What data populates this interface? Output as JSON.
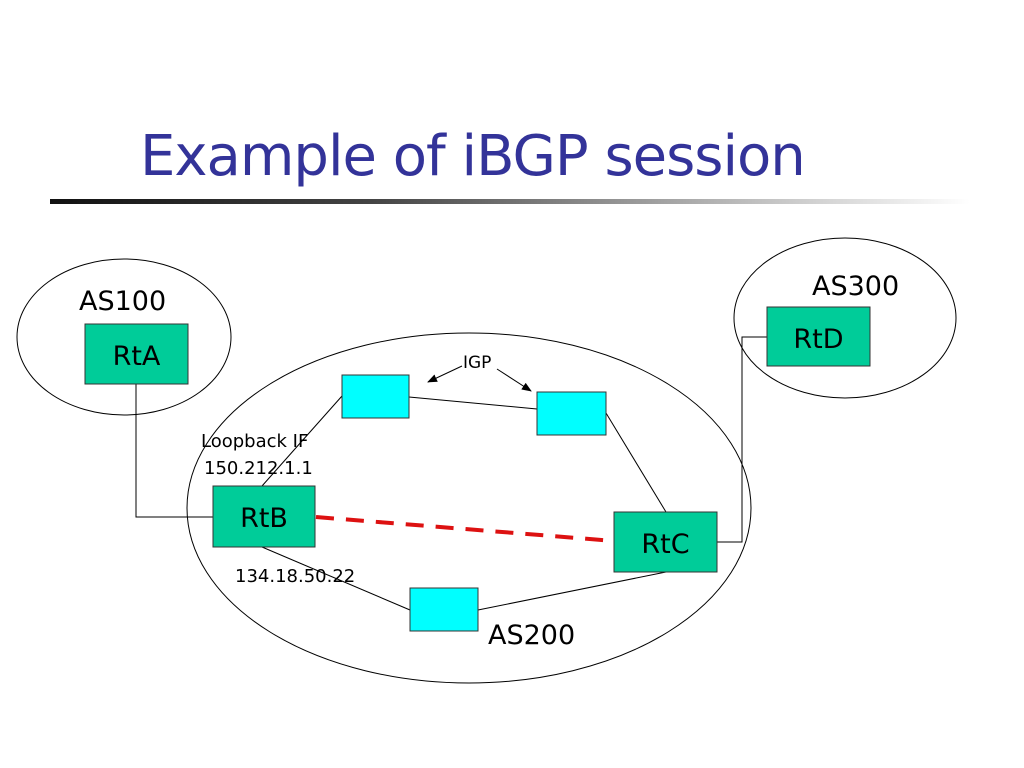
{
  "slide": {
    "title": "Example of iBGP session"
  },
  "diagram": {
    "as_labels": {
      "as100": "AS100",
      "as200": "AS200",
      "as300": "AS300"
    },
    "routers": {
      "rta": "RtA",
      "rtb": "RtB",
      "rtc": "RtC",
      "rtd": "RtD"
    },
    "igp_label": "IGP",
    "loopback_label": "Loopback IF",
    "loopback_ip": "150.212.1.1",
    "rtb_interface_ip": "134.18.50.22",
    "colors": {
      "router_fill": "#00cc99",
      "igp_router_fill": "#00ffff",
      "ibgp_session": "#dd1111",
      "title": "#333399"
    }
  }
}
